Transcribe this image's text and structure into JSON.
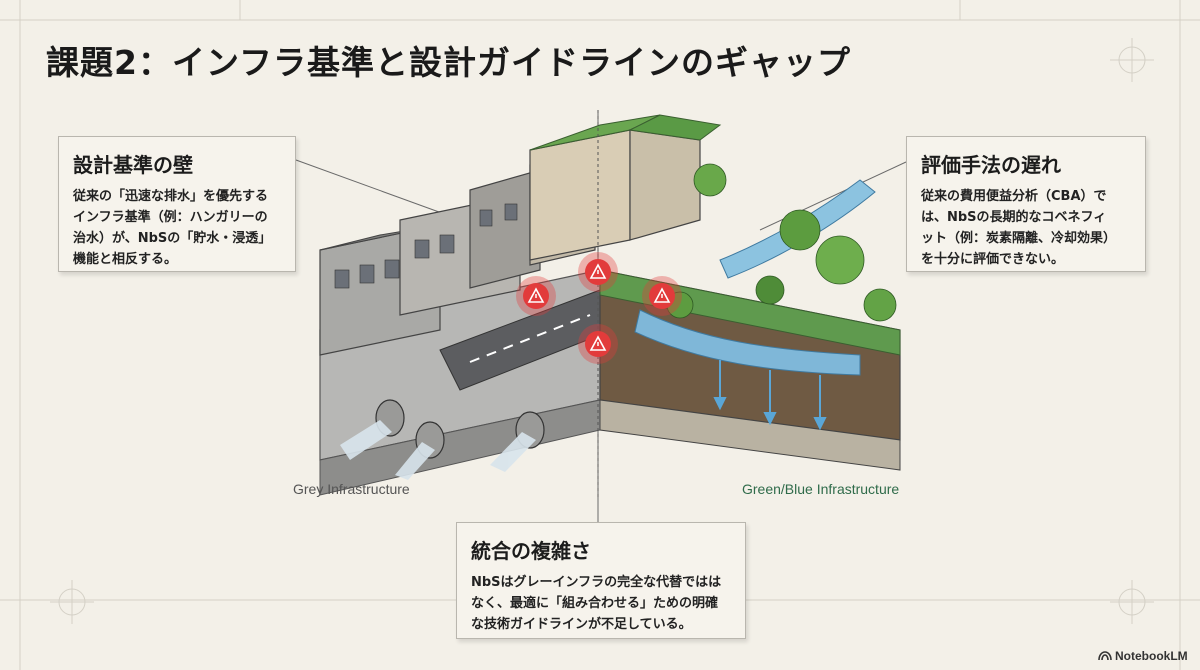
{
  "title": "課題2：インフラ基準と設計ガイドラインのギャップ",
  "callouts": {
    "left": {
      "title": "設計基準の壁",
      "lines": [
        "従来の「迅速な排水」を優先する",
        "インフラ基準（例：ハンガリーの",
        "治水）が、NbSの「貯水・浸透」",
        "機能と相反する。"
      ]
    },
    "right": {
      "title": "評価手法の遅れ",
      "lines": [
        "従来の費用便益分析（CBA）で",
        "は、NbSの長期的なコベネフィ",
        "ット（例：炭素隔離、冷却効果）",
        "を十分に評価できない。"
      ]
    },
    "bottom": {
      "title": "統合の複雑さ",
      "lines": [
        "NbSはグレーインフラの完全な代替ではは",
        "なく、最適に「組み合わせる」ための明確",
        "な技術ガイドラインが不足している。"
      ]
    }
  },
  "labels": {
    "grey": "Grey Infrastructure",
    "green": "Green/Blue Infrastructure"
  },
  "brand": "NotebookLM",
  "colors": {
    "background": "#f3f0e8",
    "warning": "#e23b3b",
    "grey_label": "#555555",
    "green_label": "#2f6b4a"
  },
  "icons": [
    "warning-icon",
    "notebooklm-logo-icon"
  ]
}
